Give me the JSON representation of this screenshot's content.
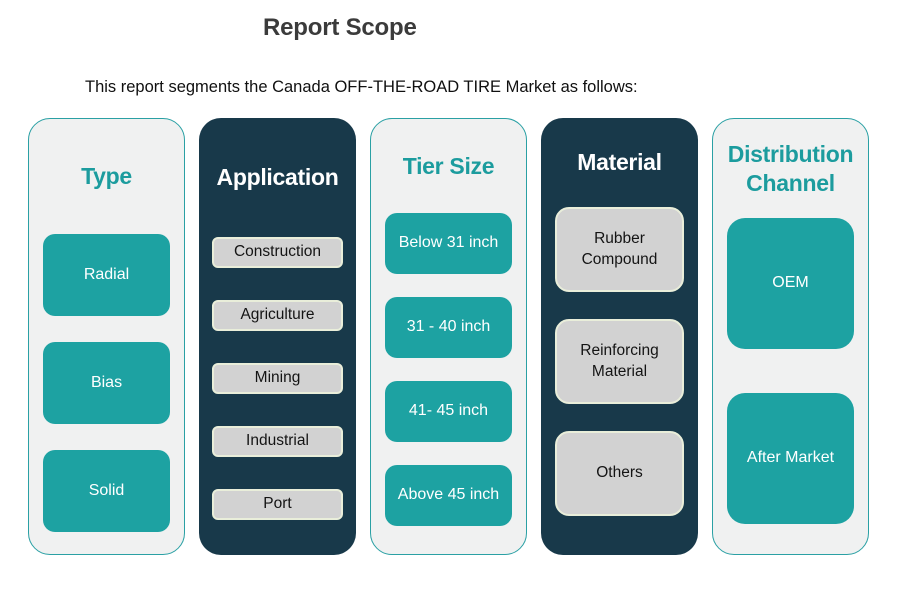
{
  "title": "Report Scope",
  "subtitle": "This report segments the Canada OFF-THE-ROAD TIRE Market as follows:",
  "palette": {
    "teal_accent": "#1da2a2",
    "dark_navy": "#18394a",
    "light_panel": "#f0f1f1",
    "panel_border_teal": "#2aa0a4",
    "gray_box": "#d2d2d2",
    "gray_box_border": "#e9eeda",
    "header_teal_text": "#1c9c9e",
    "title_text": "#3b3b3b"
  },
  "columns": [
    {
      "header": "Type",
      "style": "light",
      "items": [
        "Radial",
        "Bias",
        "Solid"
      ]
    },
    {
      "header": "Application",
      "style": "dark",
      "items": [
        "Construction",
        "Agriculture",
        "Mining",
        "Industrial",
        "Port"
      ]
    },
    {
      "header": "Tier Size",
      "style": "light",
      "items": [
        "Below 31 inch",
        "31 - 40 inch",
        "41- 45 inch",
        "Above 45 inch"
      ]
    },
    {
      "header": "Material",
      "style": "dark",
      "items": [
        "Rubber Compound",
        "Reinforcing Material",
        "Others"
      ]
    },
    {
      "header": "Distribution Channel",
      "style": "light",
      "items": [
        "OEM",
        "After Market"
      ]
    }
  ]
}
